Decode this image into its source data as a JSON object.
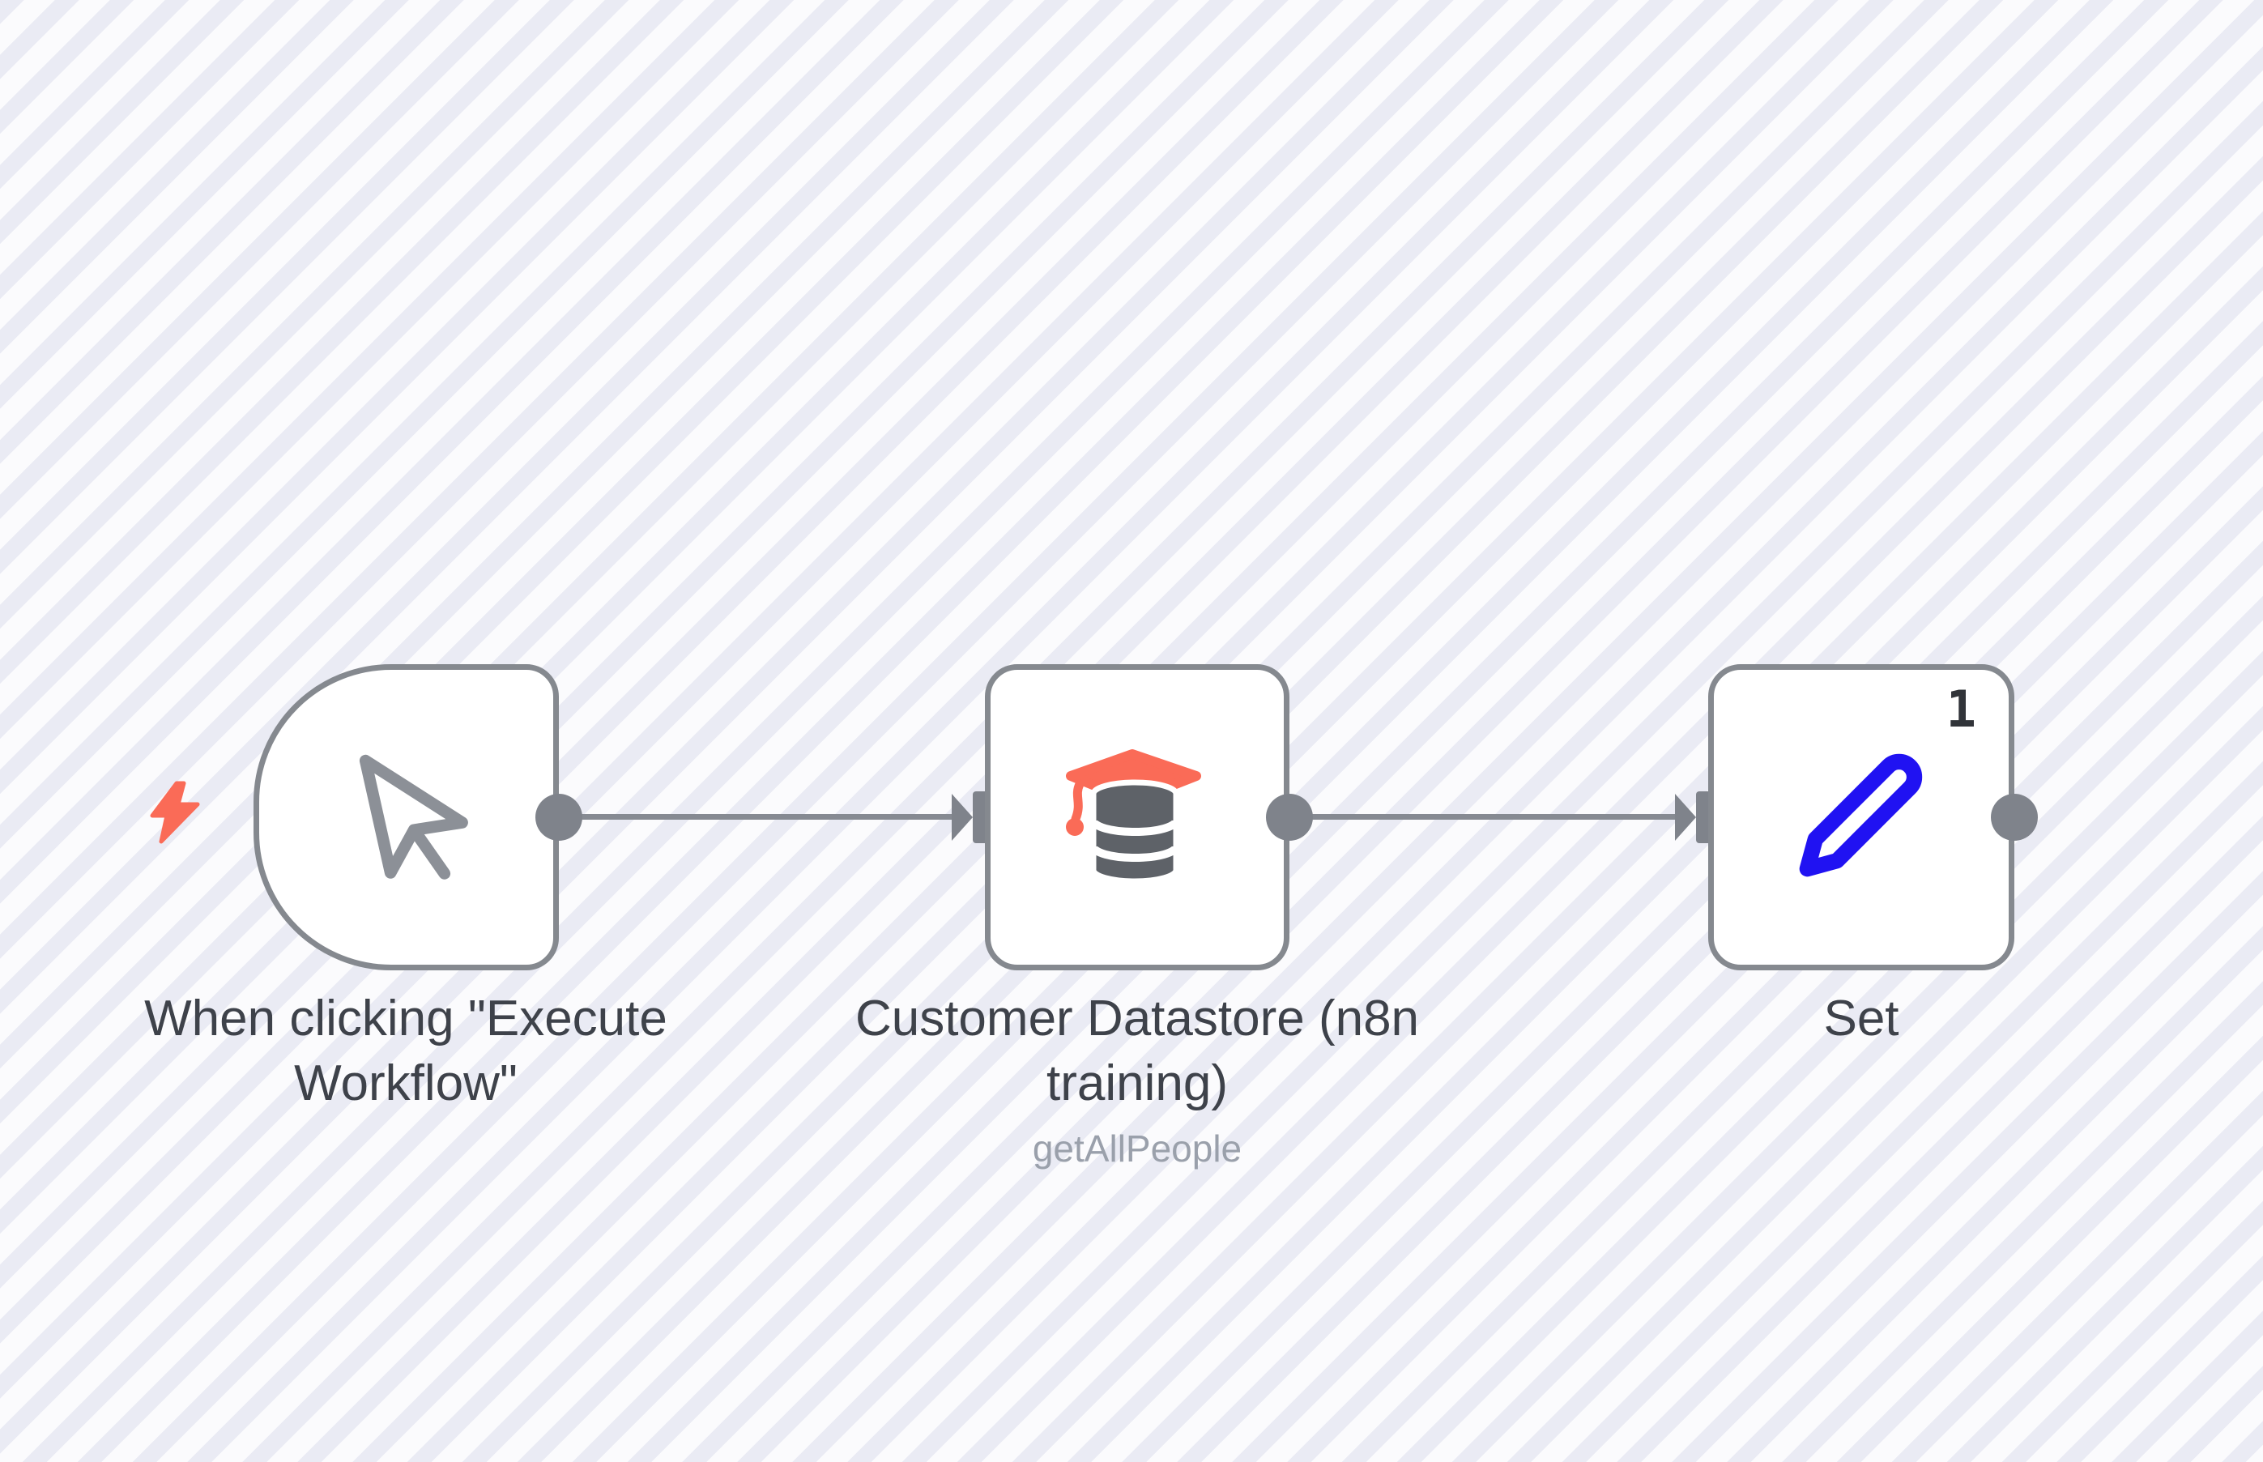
{
  "app": "n8n-workflow-canvas",
  "colors": {
    "background_stripe": "#eaebf4",
    "background_base": "#fbfbfd",
    "node_border_gray": "#85898f",
    "connector_gray": "#868a92",
    "title_text": "#3e424a",
    "subtitle_text": "#9aa0ab",
    "accent_coral": "#fa6b57",
    "accent_blue": "#2012f2",
    "database_gray": "#5e6268",
    "badge_text": "#313439"
  },
  "workflow": {
    "nodes": [
      {
        "id": "trigger",
        "label": "When clicking \"Execute Workflow\"",
        "icon": "mouse-pointer-icon",
        "shape": "rounded-left-trigger",
        "has_trigger_bolt": true
      },
      {
        "id": "datastore",
        "label": "Customer Datastore (n8n training)",
        "subtitle": "getAllPeople",
        "icon": "graduation-cap-database-icon",
        "shape": "rounded-square"
      },
      {
        "id": "set",
        "label": "Set",
        "items_count": "1",
        "icon": "pencil-icon",
        "shape": "rounded-square"
      }
    ],
    "connections": [
      {
        "from": "trigger",
        "to": "datastore"
      },
      {
        "from": "datastore",
        "to": "set"
      }
    ]
  }
}
